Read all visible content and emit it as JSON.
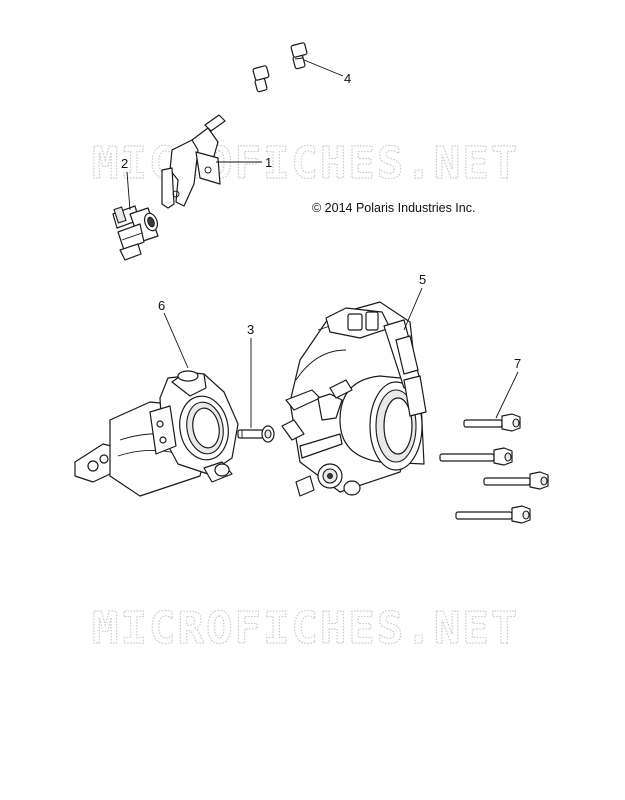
{
  "watermark": {
    "upper": "MICROFICHES.NET",
    "lower": "MICROFICHES.NET"
  },
  "copyright": "© 2014 Polaris Industries Inc.",
  "callouts": {
    "c1": "1",
    "c2": "2",
    "c3": "3",
    "c4": "4",
    "c5": "5",
    "c6": "6",
    "c7": "7"
  }
}
